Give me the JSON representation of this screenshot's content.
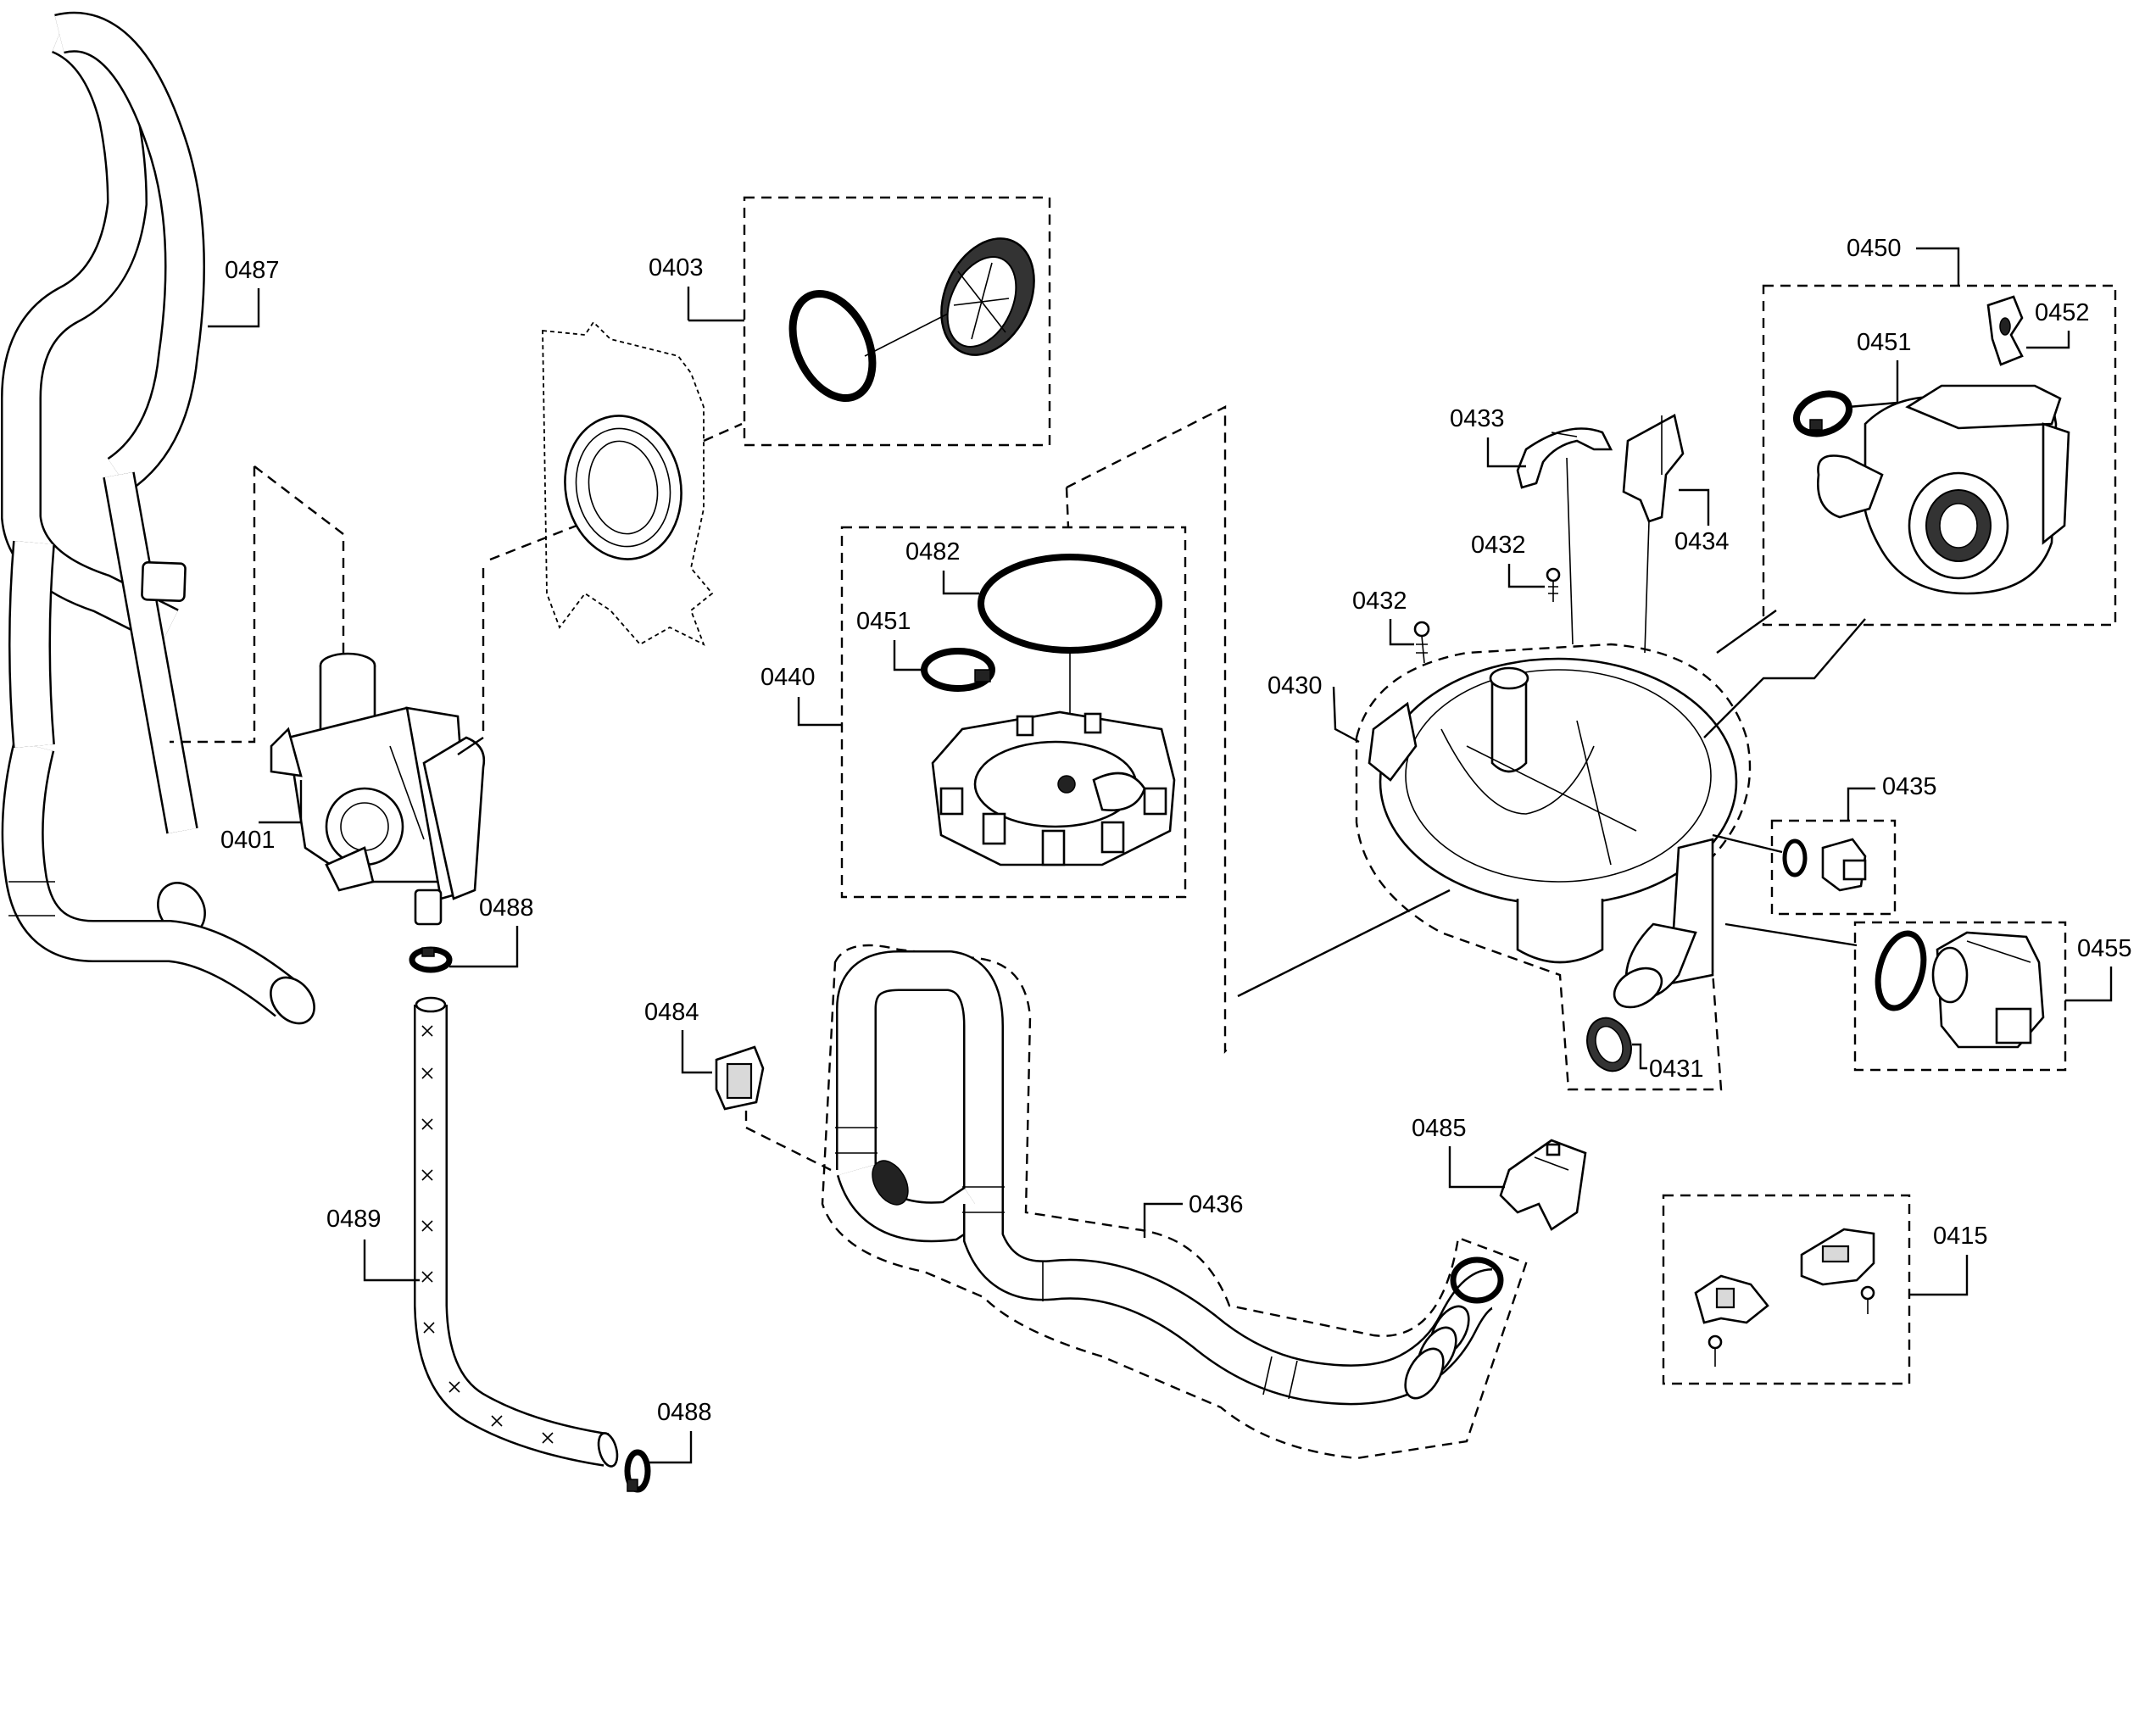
{
  "labels": {
    "p0487": "0487",
    "p0403": "0403",
    "p0401": "0401",
    "p0488a": "0488",
    "p0488b": "0488",
    "p0489": "0489",
    "p0482": "0482",
    "p0451a": "0451",
    "p0440": "0440",
    "p0484": "0484",
    "p0436": "0436",
    "p0433": "0433",
    "p0432a": "0432",
    "p0432b": "0432",
    "p0434": "0434",
    "p0430": "0430",
    "p0450": "0450",
    "p0451b": "0451",
    "p0452": "0452",
    "p0435": "0435",
    "p0455": "0455",
    "p0431": "0431",
    "p0485": "0485",
    "p0415": "0415"
  }
}
